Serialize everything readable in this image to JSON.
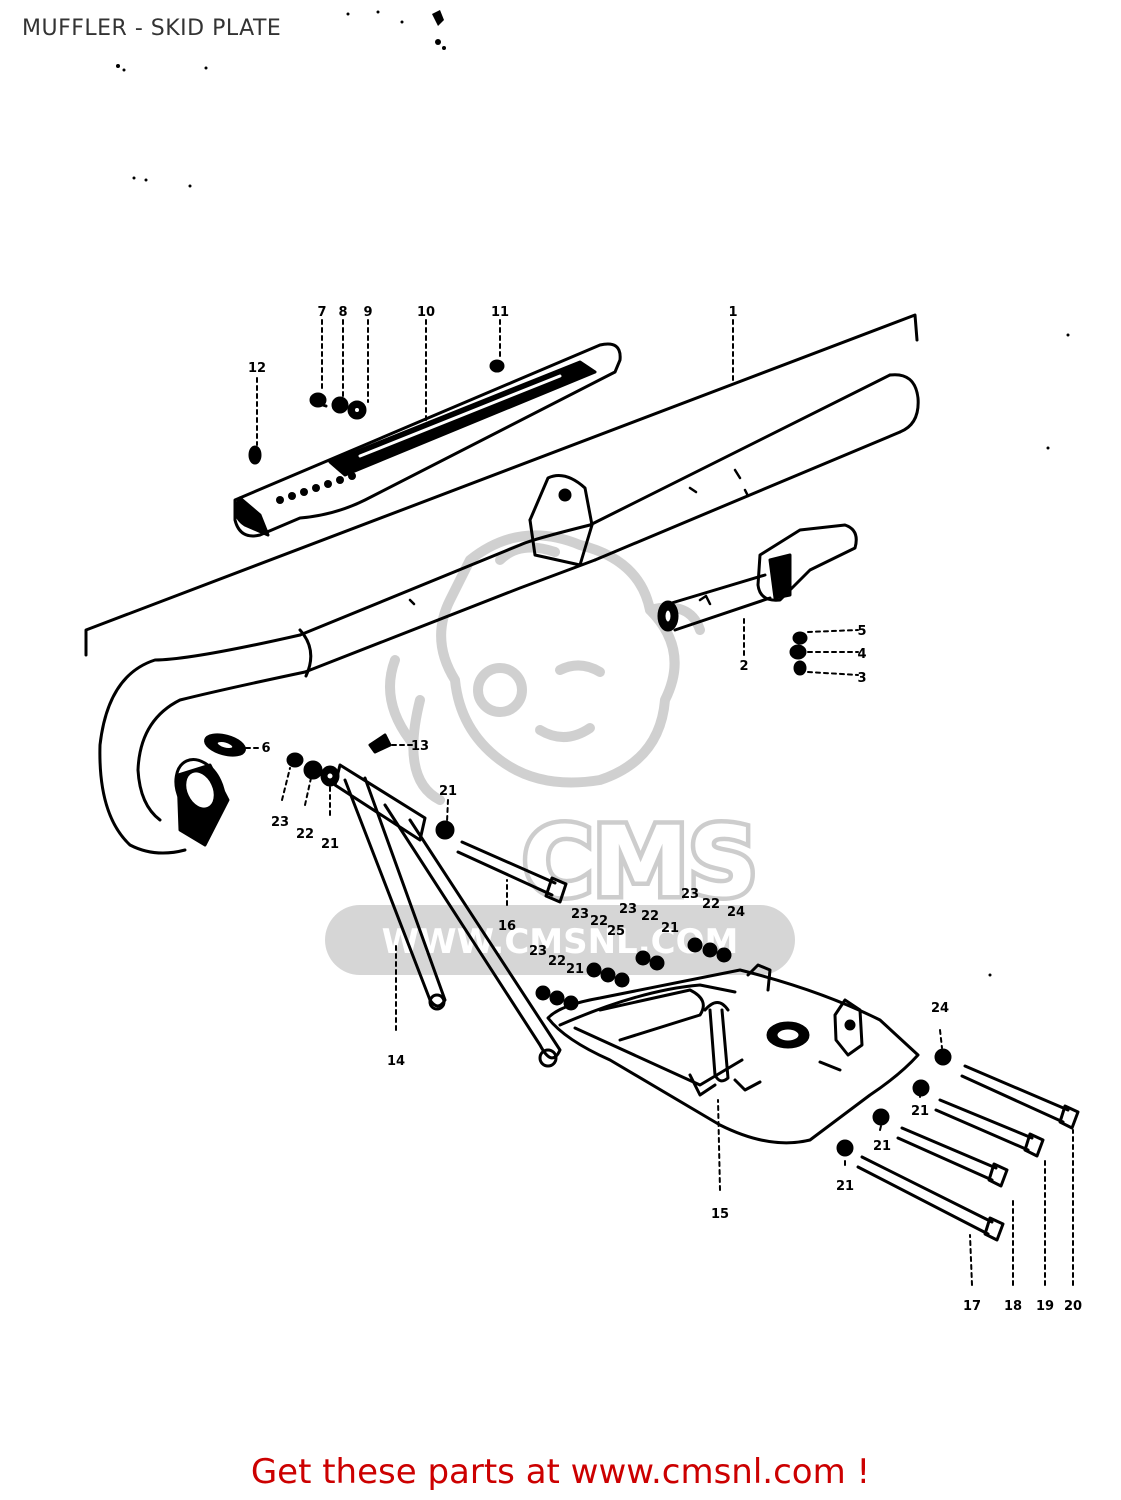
{
  "title": "MUFFLER - SKID PLATE",
  "footer": {
    "text": "Get these parts at www.cmsnl.com !"
  },
  "watermark": {
    "logo_text": "CMS",
    "url_text": "WWW.CMSNL.COM"
  },
  "colors": {
    "footer": "#cc0000",
    "ink": "#000000",
    "title": "#333333",
    "watermark": "#c8c8c8"
  },
  "callouts": [
    {
      "id": "c1",
      "label": "1"
    },
    {
      "id": "c2",
      "label": "2"
    },
    {
      "id": "c3",
      "label": "3"
    },
    {
      "id": "c4",
      "label": "4"
    },
    {
      "id": "c5",
      "label": "5"
    },
    {
      "id": "c6",
      "label": "6"
    },
    {
      "id": "c7",
      "label": "7"
    },
    {
      "id": "c8",
      "label": "8"
    },
    {
      "id": "c9",
      "label": "9"
    },
    {
      "id": "c10",
      "label": "10"
    },
    {
      "id": "c11",
      "label": "11"
    },
    {
      "id": "c12",
      "label": "12"
    },
    {
      "id": "c13",
      "label": "13"
    },
    {
      "id": "c14",
      "label": "14"
    },
    {
      "id": "c15",
      "label": "15"
    },
    {
      "id": "c16",
      "label": "16"
    },
    {
      "id": "c17",
      "label": "17"
    },
    {
      "id": "c18",
      "label": "18"
    },
    {
      "id": "c19",
      "label": "19"
    },
    {
      "id": "c20",
      "label": "20"
    },
    {
      "id": "c21a",
      "label": "21"
    },
    {
      "id": "c21b",
      "label": "21"
    },
    {
      "id": "c21c",
      "label": "21"
    },
    {
      "id": "c21d",
      "label": "21"
    },
    {
      "id": "c21e",
      "label": "21"
    },
    {
      "id": "c21f",
      "label": "21"
    },
    {
      "id": "c21g",
      "label": "21"
    },
    {
      "id": "c22a",
      "label": "22"
    },
    {
      "id": "c22b",
      "label": "22"
    },
    {
      "id": "c22c",
      "label": "22"
    },
    {
      "id": "c22d",
      "label": "22"
    },
    {
      "id": "c22e",
      "label": "22"
    },
    {
      "id": "c23a",
      "label": "23"
    },
    {
      "id": "c23b",
      "label": "23"
    },
    {
      "id": "c23c",
      "label": "23"
    },
    {
      "id": "c23d",
      "label": "23"
    },
    {
      "id": "c23e",
      "label": "23"
    },
    {
      "id": "c24a",
      "label": "24"
    },
    {
      "id": "c24b",
      "label": "24"
    },
    {
      "id": "c25",
      "label": "25"
    }
  ]
}
